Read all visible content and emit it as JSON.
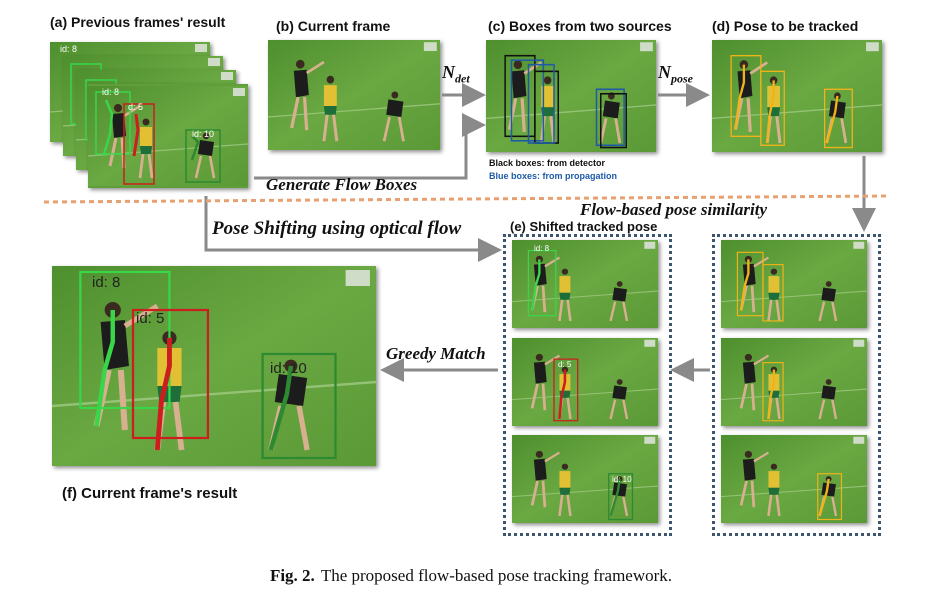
{
  "labels": {
    "a": "(a) Previous frames' result",
    "b": "(b) Current frame",
    "c": "(c) Boxes from two sources",
    "d": "(d) Pose  to be tracked",
    "e": "(e) Shifted tracked pose",
    "f": "(f) Current frame's result"
  },
  "arrows": {
    "n_det_base": "N",
    "n_det_sub": "det",
    "n_pose_base": "N",
    "n_pose_sub": "pose",
    "generate_flow_boxes": "Generate Flow Boxes",
    "pose_shifting": "Pose Shifting using optical flow",
    "flow_similarity": "Flow-based pose similarity",
    "greedy_match": "Greedy Match"
  },
  "legend": {
    "black_boxes": "Black boxes: from detector",
    "blue_boxes": "Blue boxes: from propagation"
  },
  "ids": {
    "id8": "id: 8",
    "id5": "id: 5",
    "id10": "id: 10",
    "small8": "id: 8",
    "small5": "d: 5",
    "small10": "id: 10",
    "stack_back": "id: 8"
  },
  "caption": {
    "prefix": "Fig. 2.",
    "text": "The proposed flow-based pose tracking framework."
  },
  "colors": {
    "grass": "#5f9e3a",
    "dotted_border": "#3d5670",
    "pose_yellow": "#f2b318",
    "pose_green": "#39d64a",
    "pose_red": "#cc1e1e",
    "pose_darkgreen": "#2d8a30",
    "box_blue": "#1e5aa8",
    "arrow_gray": "#8a8a8a",
    "separator_orange": "#e8a070"
  }
}
